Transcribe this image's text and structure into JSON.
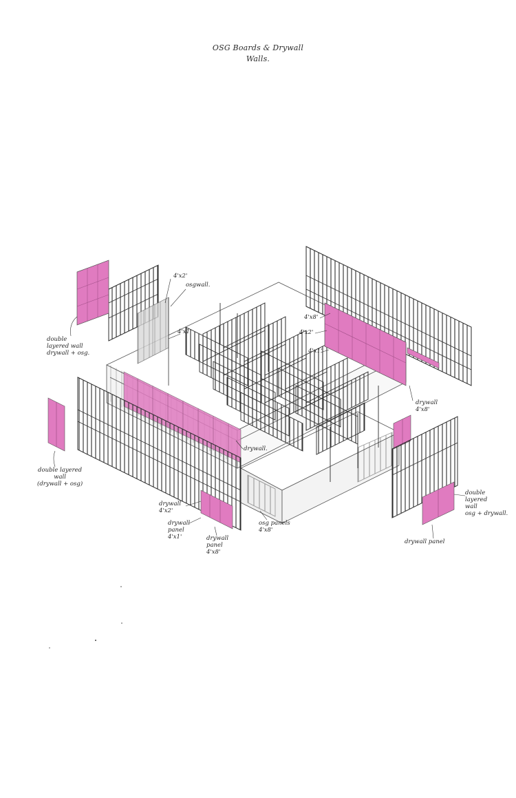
{
  "title": {
    "line1": "OSG Boards & Drywall",
    "line2": "Walls."
  },
  "labels": {
    "size_4x2_top": "4'x2'",
    "osg_wall": "osgwall.",
    "size_4x1_top": "4'x1'",
    "double_layered_wall_tl": "double\nlayered wall\ndrywall + osg.",
    "size_4x8_right": "4'x8'",
    "size_4x2_right": "4'x2'",
    "size_4x1_right": "4'x1'",
    "drywall_4x8_right": "drywall\n4'x8'",
    "drywall_center": "drywall.",
    "double_layered_wall_left": "double layered\nwall\n(drywall + osg)",
    "drywall_4x2": "drywall\n4'x2'",
    "drywall_panel_4x1": "drywall\npanel\n4'x1'",
    "drywall_panel_4x8": "drywall\npanel\n4'x8'",
    "osg_panels_4x8": "osg panels\n4'x8'",
    "double_layered_wall_right": "double\nlayered\nwall\nosg + drywall.",
    "drywall_panel": "drywall panel"
  },
  "colors": {
    "ink": "#2b2b2b",
    "drywall_pink": "#e07bc0",
    "osg_grey": "#d9d9d9"
  }
}
